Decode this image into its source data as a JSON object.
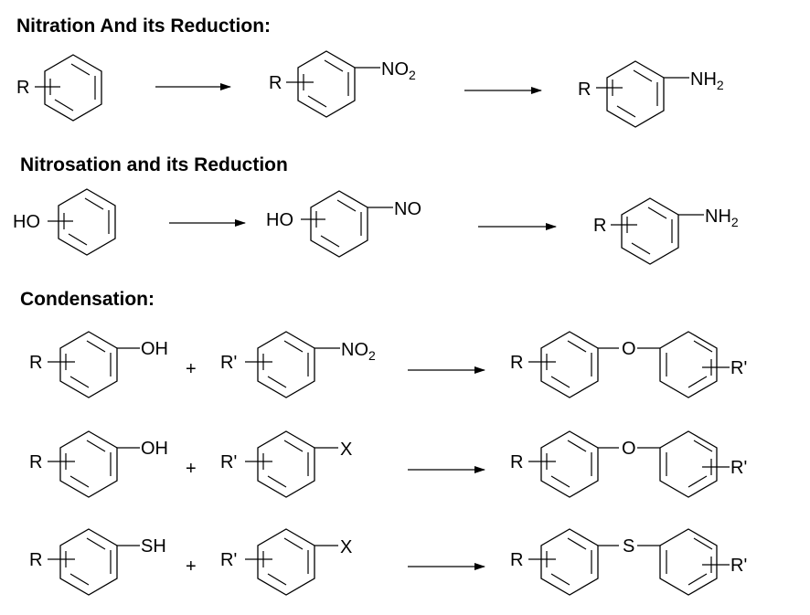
{
  "sections": {
    "nitration": {
      "heading": "Nitration And its Reduction:"
    },
    "nitrosation": {
      "heading": "Nitrosation and its Reduction"
    },
    "condensation": {
      "heading": "Condensation:"
    }
  },
  "labels": {
    "R": "R",
    "R_prime": "R'",
    "HO": "HO",
    "OH": "OH",
    "NO": "NO",
    "NO2_main": "NO",
    "NO2_sub": "2",
    "NH2_main": "NH",
    "NH2_sub": "2",
    "X": "X",
    "SH": "SH",
    "O": "O",
    "S": "S",
    "plus": "+"
  }
}
